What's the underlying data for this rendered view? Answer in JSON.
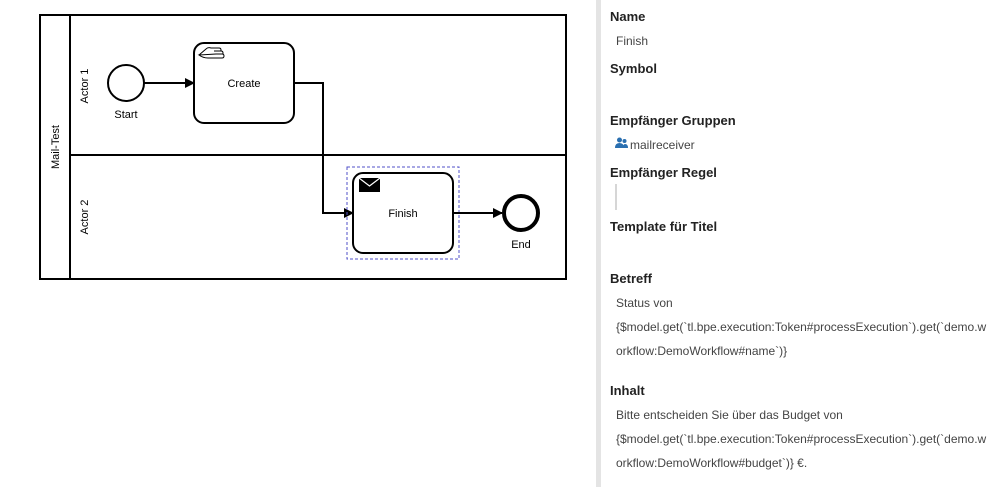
{
  "diagram": {
    "pool_label": "Mail-Test",
    "lanes": [
      {
        "label": "Actor 1"
      },
      {
        "label": "Actor 2"
      }
    ],
    "start_event_label": "Start",
    "end_event_label": "End",
    "task_create_label": "Create",
    "task_finish_label": "Finish",
    "task_create_type": "manual-task",
    "task_finish_type": "send-task",
    "colors": {
      "stroke": "#000000",
      "selection": "#5050c8"
    }
  },
  "properties": {
    "name_label": "Name",
    "name_value": "Finish",
    "symbol_label": "Symbol",
    "groups_label": "Empfänger Gruppen",
    "groups_value": "mailreceiver",
    "groups_icon": "users-icon",
    "rule_label": "Empfänger Regel",
    "title_template_label": "Template für Titel",
    "subject_label": "Betreff",
    "subject_lines": [
      "Status von",
      "{$model.get(`tl.bpe.execution:Token#processExecution`).get(`demo.w",
      "orkflow:DemoWorkflow#name`)}"
    ],
    "content_label": "Inhalt",
    "content_lines": [
      "Bitte entscheiden Sie über das Budget von",
      "{$model.get(`tl.bpe.execution:Token#processExecution`).get(`demo.w",
      "orkflow:DemoWorkflow#budget`)} €."
    ],
    "accent_color": "#2a6fb0"
  }
}
